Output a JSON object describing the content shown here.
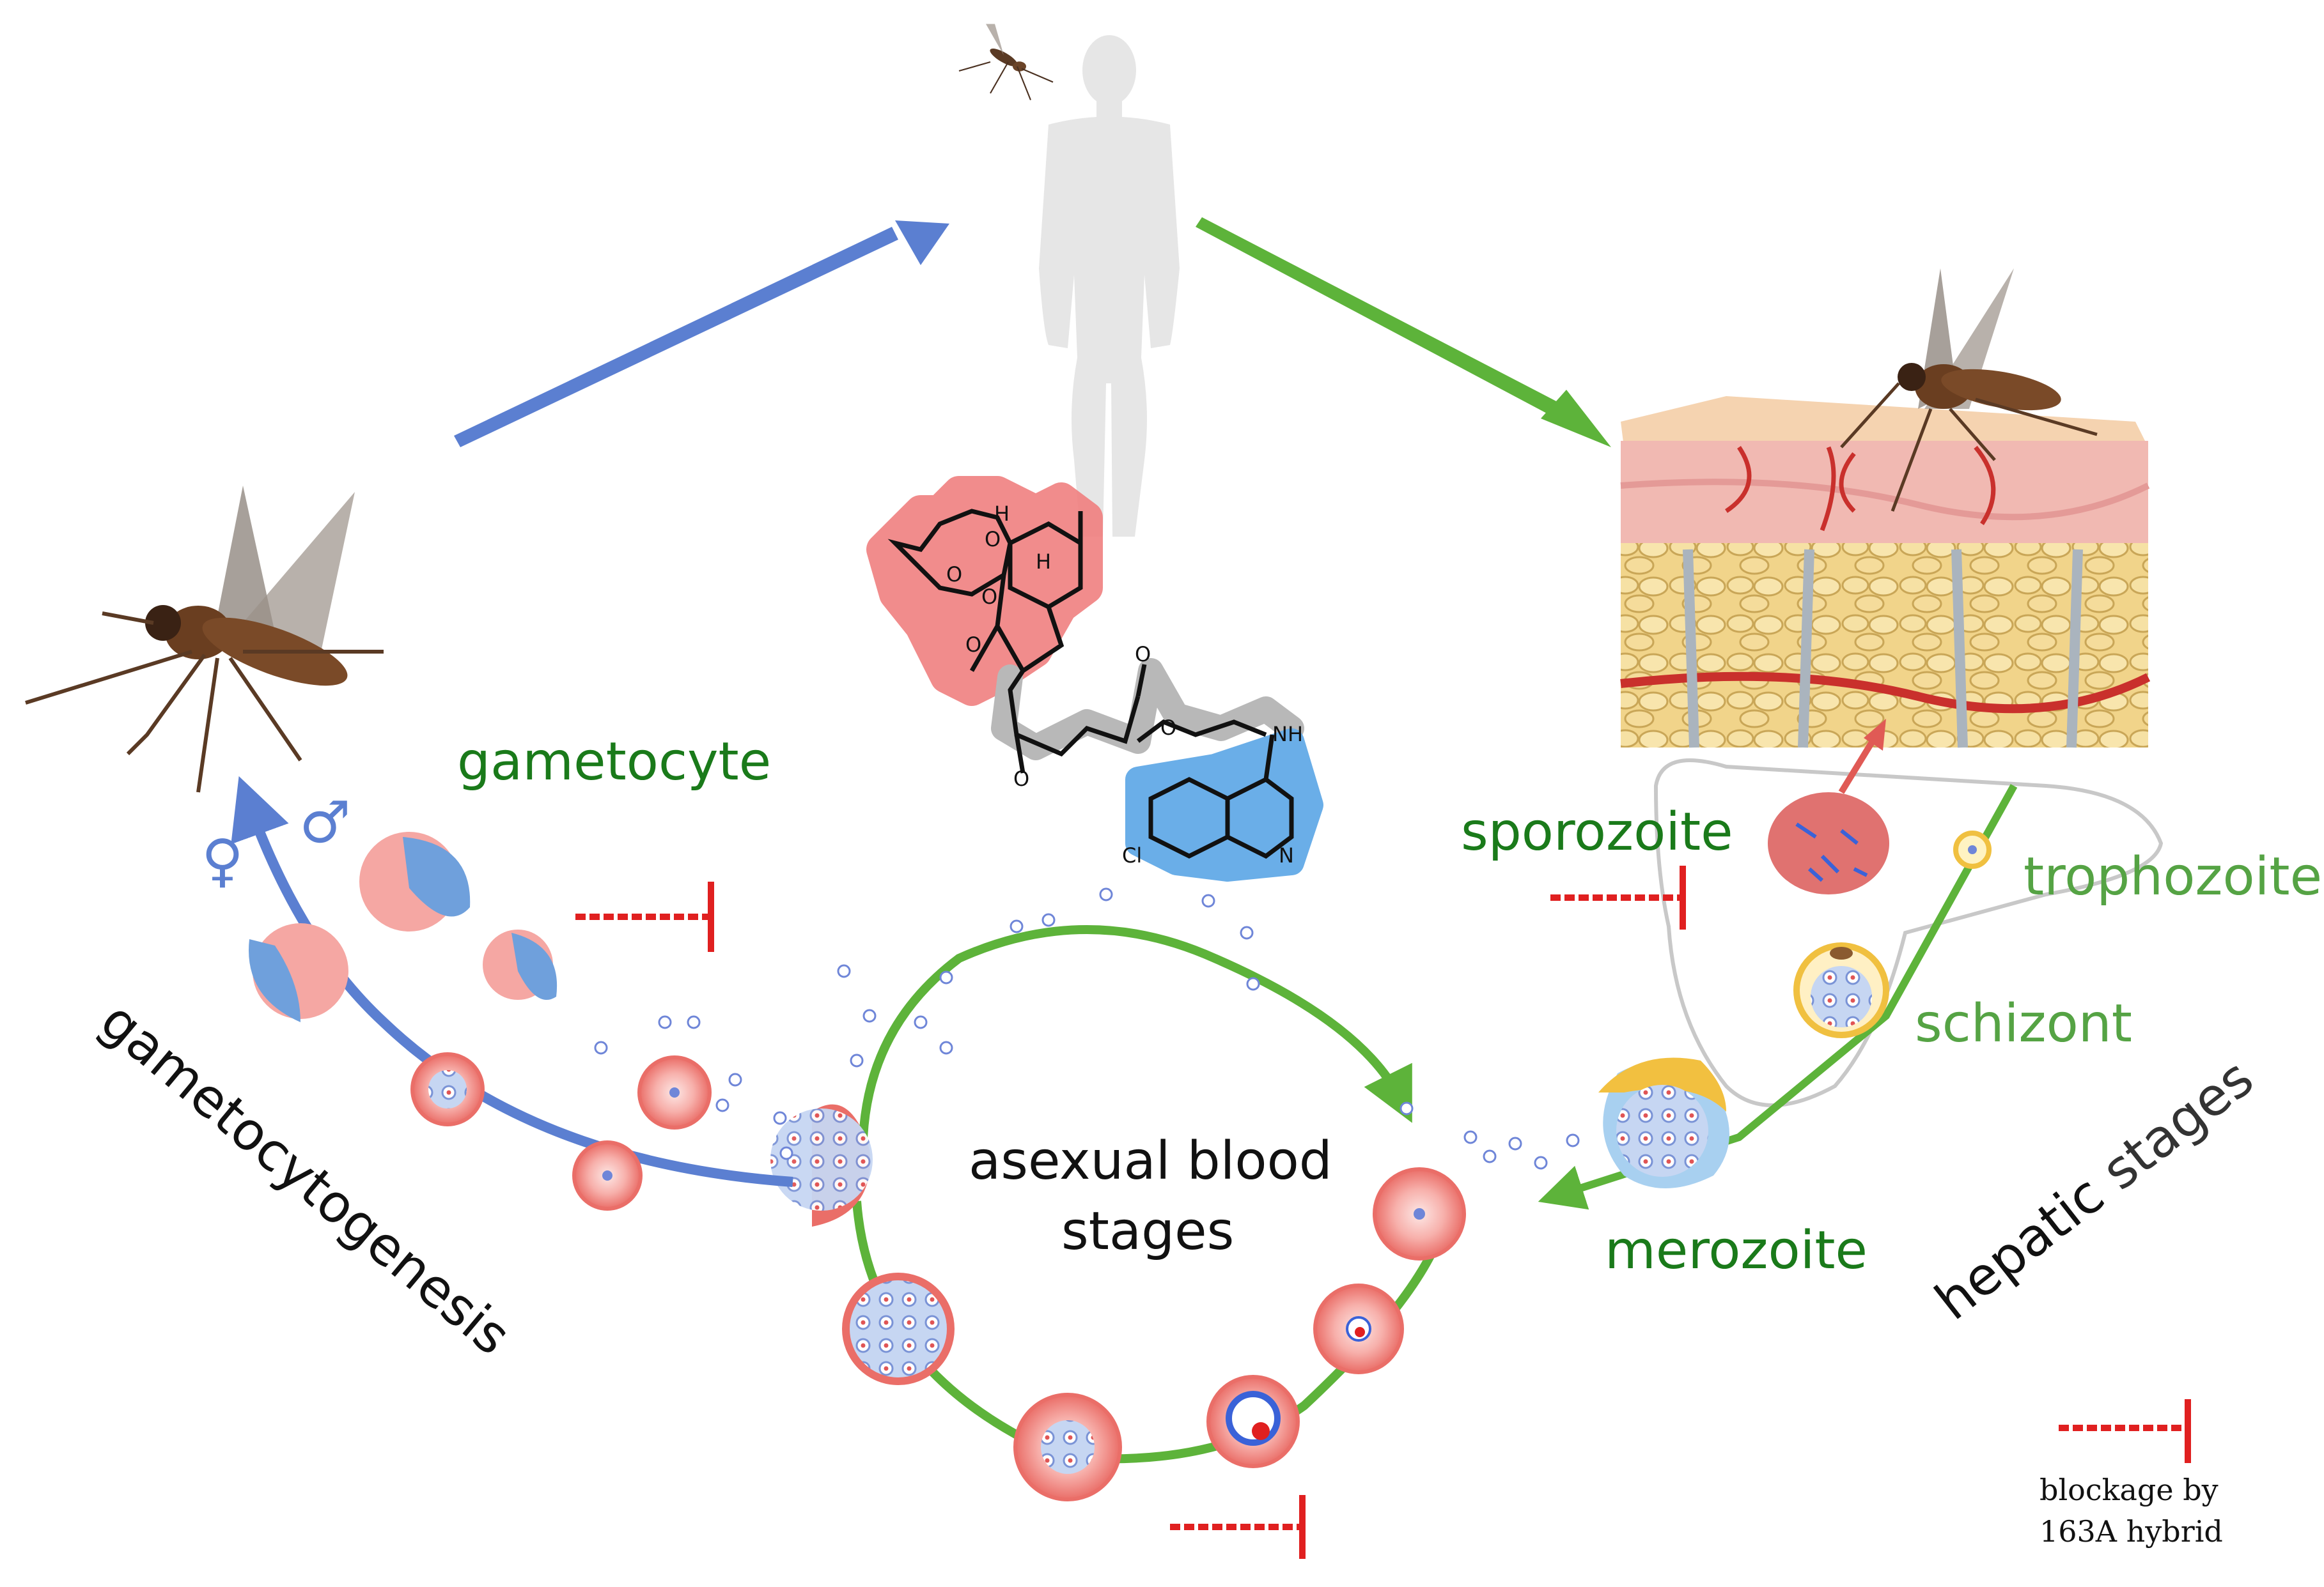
{
  "labels": {
    "gametocyte": "gametocyte",
    "gametocytogenesis": "gametocytogenesis",
    "asexual_line1": "asexual blood",
    "asexual_line2": "stages",
    "sporozoite": "sporozoite",
    "trophozoite": "trophozoite",
    "schizont": "schizont",
    "merozoite": "merozoite",
    "hepatic": "hepatic",
    "stages": "stages",
    "female_symbol": "♀",
    "male_symbol": "♂"
  },
  "molecule": {
    "atom_O1": "O",
    "atom_O2": "O",
    "atom_O3": "O",
    "atom_O4": "O",
    "atom_O5": "O",
    "atom_O6": "O",
    "atom_O7": "O",
    "atom_H1": "H",
    "atom_H2": "H",
    "atom_NH": "NH",
    "atom_N": "N",
    "atom_Cl": "Cl"
  },
  "legend": {
    "line1": "blockage by",
    "line2": "163A hybrid"
  },
  "colors": {
    "blue_arrow": "#5b7fd1",
    "green_arrow": "#5db33a",
    "inhibit_red": "#e02020",
    "rbc": "#ef7b76",
    "artemisinin_highlight": "#f08080",
    "quinoline_highlight": "#6aaee8",
    "linker_highlight": "#b8b8b8",
    "label_green": "#1a7a1a"
  },
  "icons": [
    "mosquito-icon",
    "human-silhouette-icon",
    "skin-tissue-icon",
    "liver-outline-icon",
    "inhibition-bar-icon",
    "red-blood-cell-icon"
  ]
}
